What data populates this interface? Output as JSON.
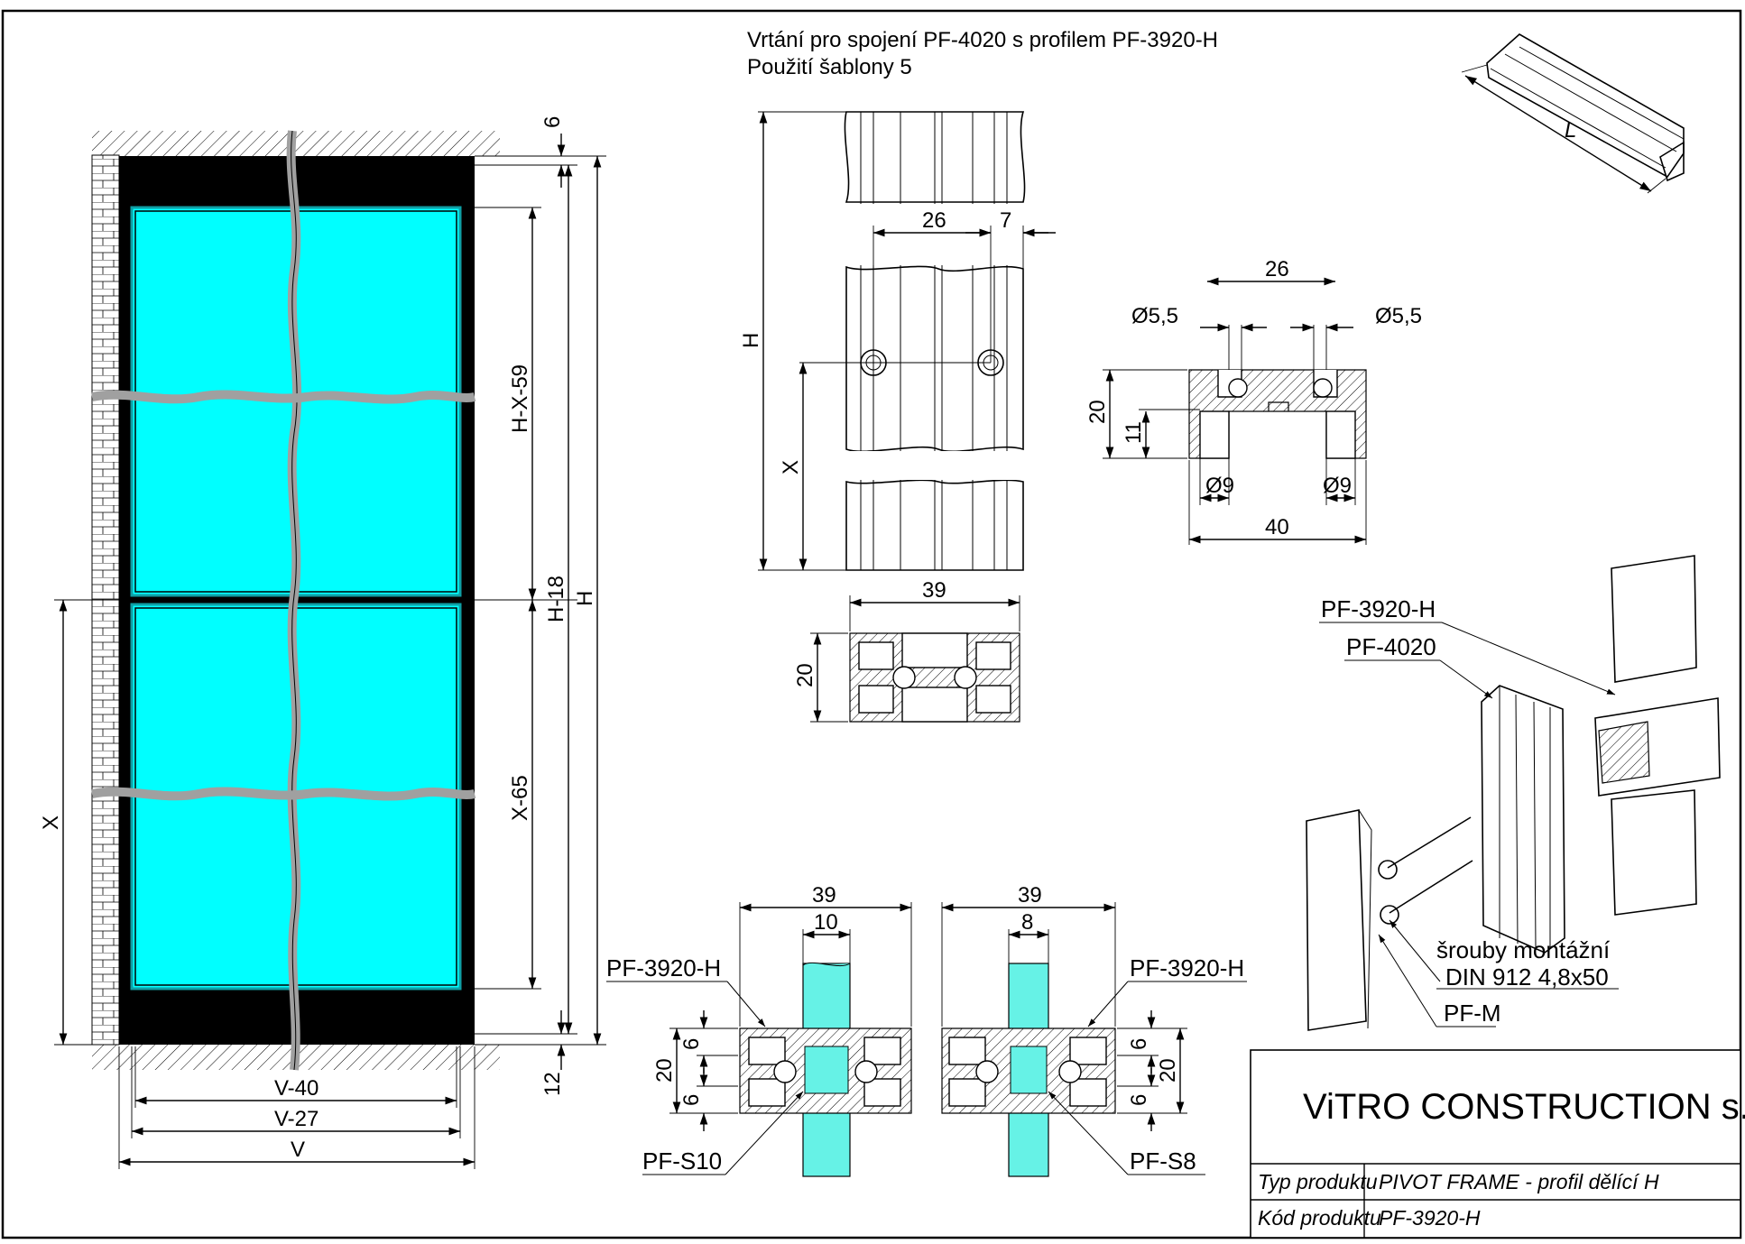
{
  "header": {
    "line1": "Vrtání pro spojení PF-4020 s profilem PF-3920-H",
    "line2": "Použití šablony 5"
  },
  "elevation": {
    "dims_vertical": [
      "6",
      "H-X-59",
      "H-18",
      "H",
      "X-65",
      "X",
      "12"
    ],
    "dims_horizontal": [
      "V-40",
      "V-27",
      "V"
    ],
    "colors": {
      "glass": "#00ffff",
      "frame": "#000000",
      "crack": "#a0a0a0"
    }
  },
  "drilling": {
    "dims": [
      "H",
      "X",
      "26",
      "7",
      "39",
      "20"
    ]
  },
  "section_top": {
    "dims": [
      "26",
      "Ø5,5",
      "Ø5,5",
      "20",
      "11",
      "Ø9",
      "Ø9",
      "40"
    ]
  },
  "section_glass": {
    "left": {
      "width": "39",
      "glass": "10",
      "profile": "PF-3920-H",
      "seal": "PF-S10",
      "d20": "20",
      "d6a": "6",
      "d6b": "6"
    },
    "right": {
      "width": "39",
      "glass": "8",
      "profile": "PF-3920-H",
      "seal": "PF-S8",
      "d20": "20",
      "d6a": "6",
      "d6b": "6"
    },
    "colors": {
      "glass": "#66f2e6"
    }
  },
  "iso": {
    "label_l": "L",
    "labels": {
      "pf3920h": "PF-3920-H",
      "pf4020": "PF-4020",
      "screws_line1": "šrouby montážní",
      "screws_line2": "DIN 912 4,8x50",
      "pfm": "PF-M"
    }
  },
  "title_block": {
    "company": "ViTRO CONSTRUCTION s.r.o.",
    "type_label": "Typ produktu",
    "type_value": "PIVOT FRAME - profil dělící H",
    "code_label": "Kód produktu",
    "code_value": "PF-3920-H"
  }
}
